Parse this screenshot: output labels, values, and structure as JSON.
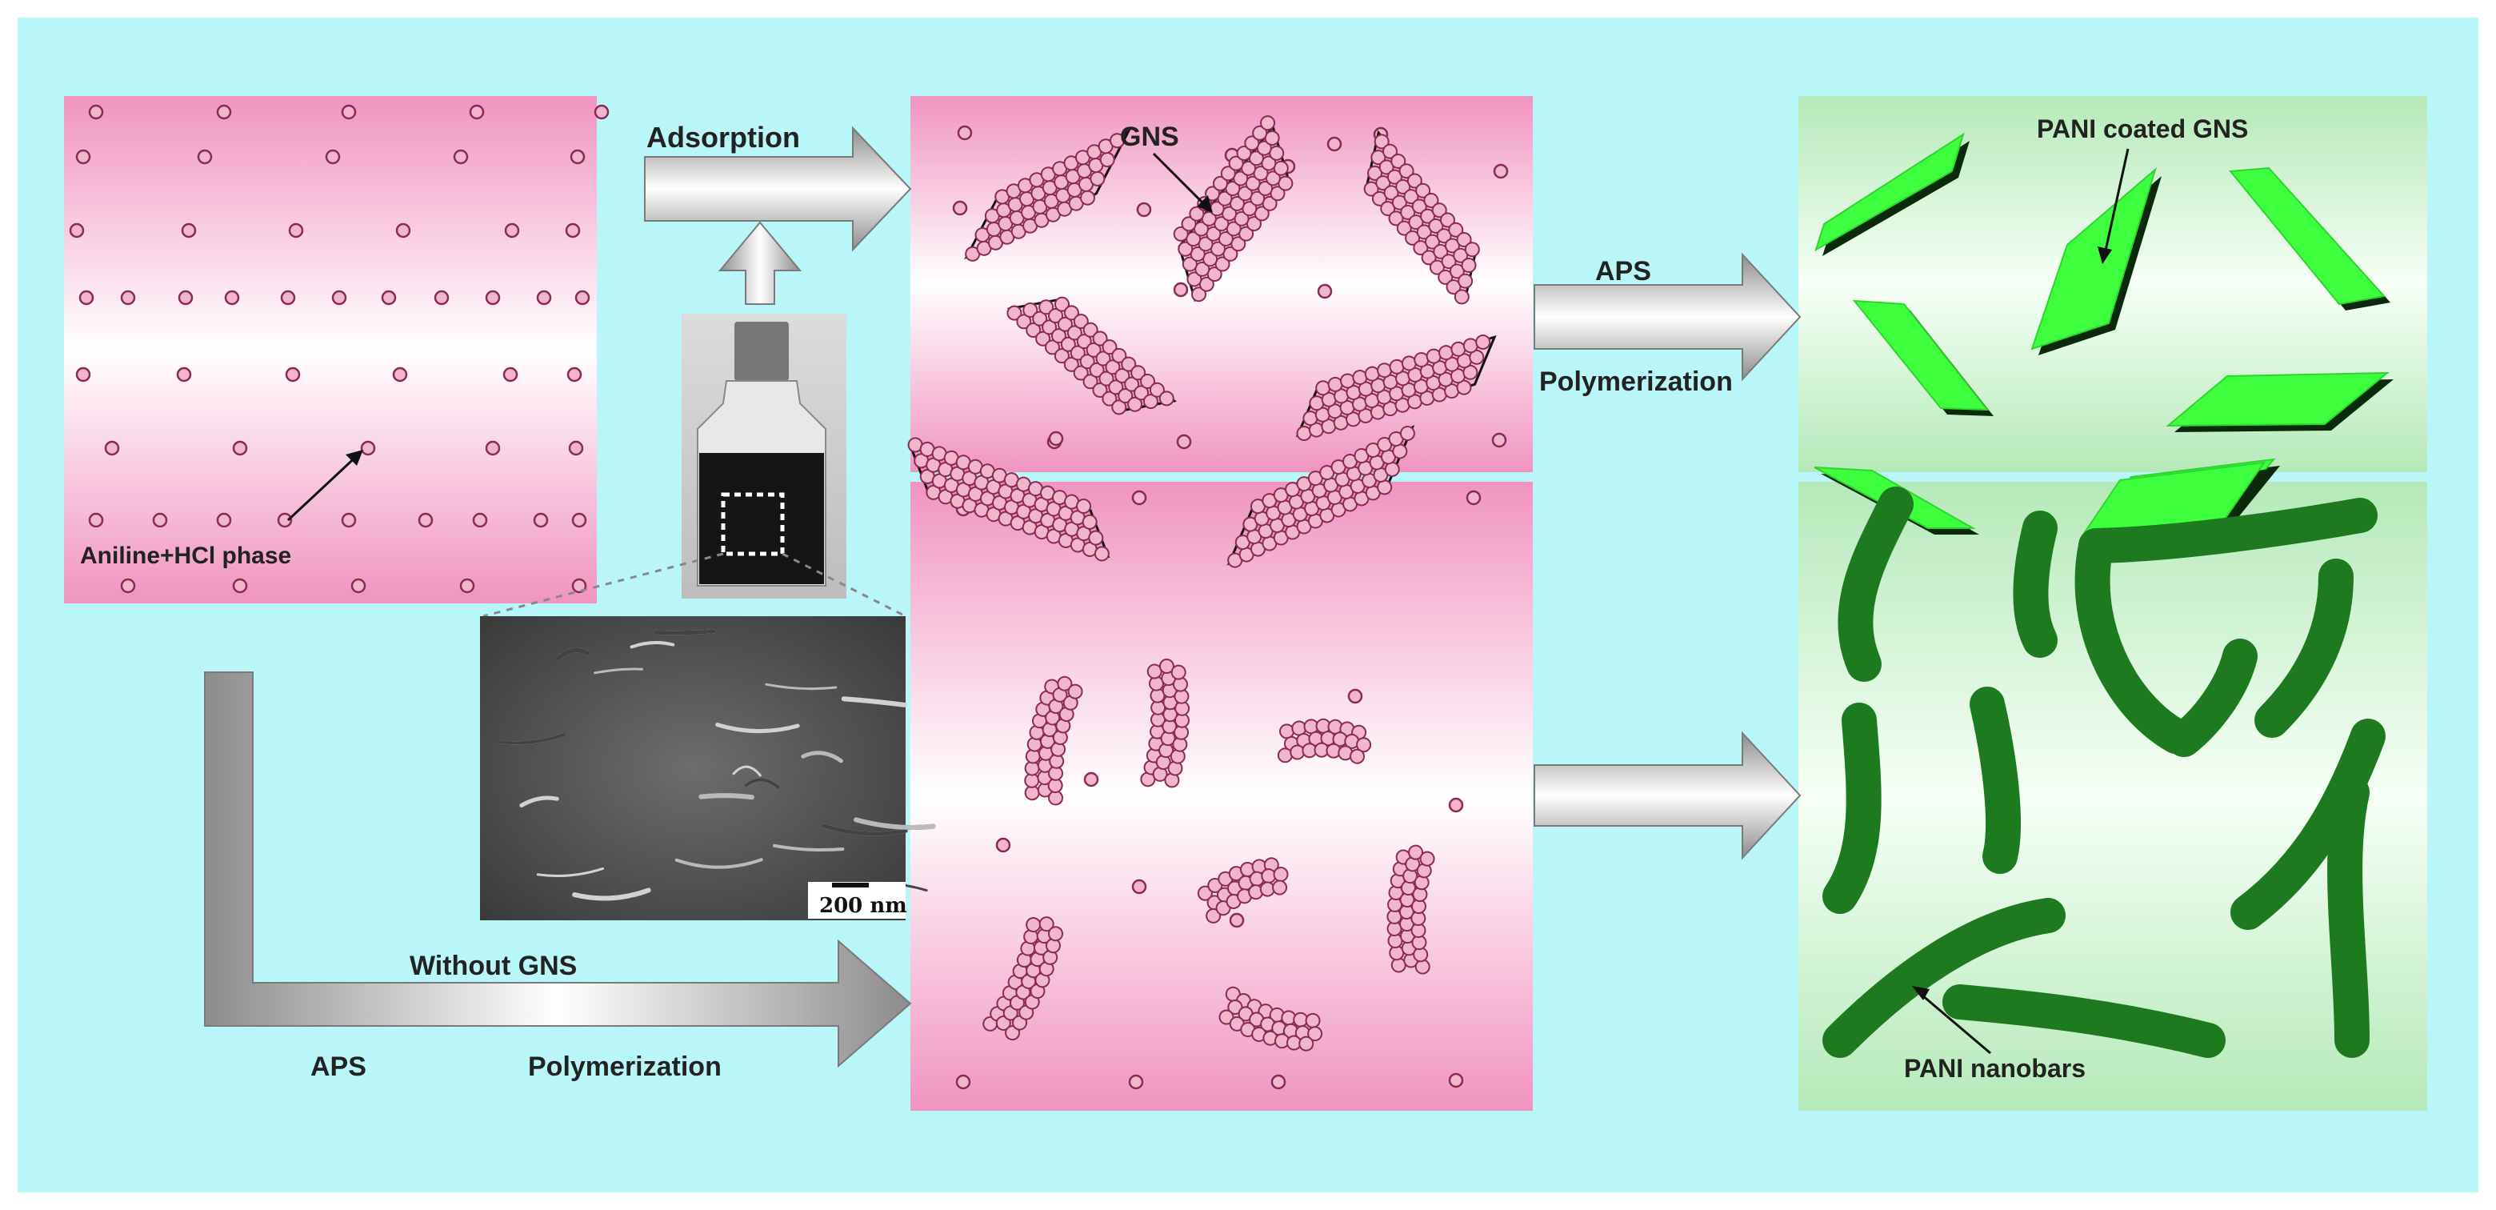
{
  "labels": {
    "adsorption": "Adsorption",
    "gns": "GNS",
    "aniline_phase": "Aniline+HCl phase",
    "aps_top": "APS",
    "polymerization_top": "Polymerization",
    "pani_coated_gns": "PANI coated GNS",
    "without_gns": "Without GNS",
    "aps_bottom": "APS",
    "polymerization_bottom": "Polymerization",
    "pani_nanobars": "PANI nanobars",
    "scale_bar": "200 nm"
  },
  "colors": {
    "background_outer": "#ffffff",
    "background_inner": "#b9f6f8",
    "panel_pink": "#f09ac3",
    "panel_green": "#bcecc0",
    "monomer_fill": "#f2b6cc",
    "monomer_stroke": "#8a2a55",
    "gns_sheet_green": "#3dff3d",
    "nanobar_green": "#1e7a1e",
    "arrow_gray": "#a6a6a6"
  }
}
